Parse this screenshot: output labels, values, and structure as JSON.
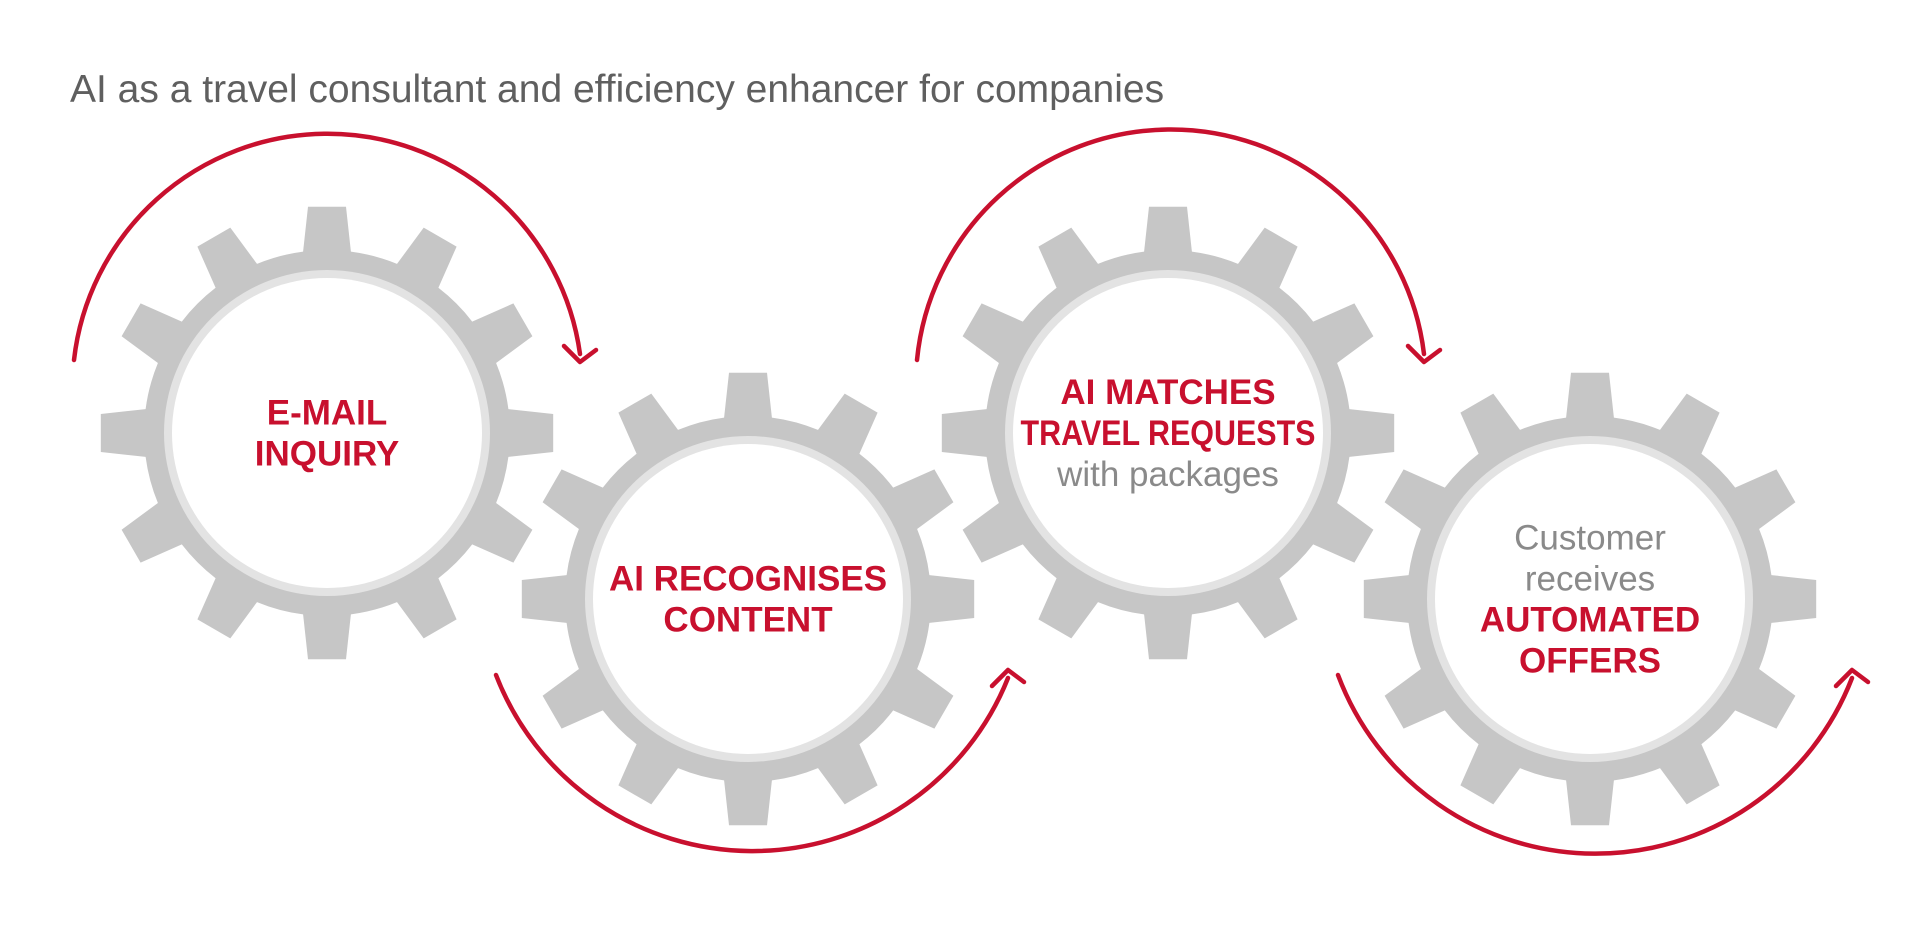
{
  "title": "AI as a travel consultant and efficiency enhancer for companies",
  "colors": {
    "accent": "#c8102e",
    "gear": "#c6c6c6",
    "gear_ring": "#e3e3e3",
    "muted_text": "#8a8a8a",
    "title_text": "#5f5f5f"
  },
  "icons": [
    "gear-icon",
    "arrow-icon"
  ],
  "steps": [
    {
      "lines": [
        {
          "text": "E-MAIL",
          "style": "emphasis"
        },
        {
          "text": "INQUIRY",
          "style": "emphasis"
        }
      ]
    },
    {
      "lines": [
        {
          "text": "AI RECOGNISES",
          "style": "emphasis"
        },
        {
          "text": "CONTENT",
          "style": "emphasis"
        }
      ]
    },
    {
      "lines": [
        {
          "text": "AI MATCHES",
          "style": "emphasis"
        },
        {
          "text": "TRAVEL REQUESTS",
          "style": "emphasis"
        },
        {
          "text": "with packages",
          "style": "plain"
        }
      ]
    },
    {
      "lines": [
        {
          "text": "Customer",
          "style": "plain"
        },
        {
          "text": "receives",
          "style": "plain"
        },
        {
          "text": "AUTOMATED",
          "style": "emphasis"
        },
        {
          "text": "OFFERS",
          "style": "emphasis"
        }
      ]
    }
  ]
}
